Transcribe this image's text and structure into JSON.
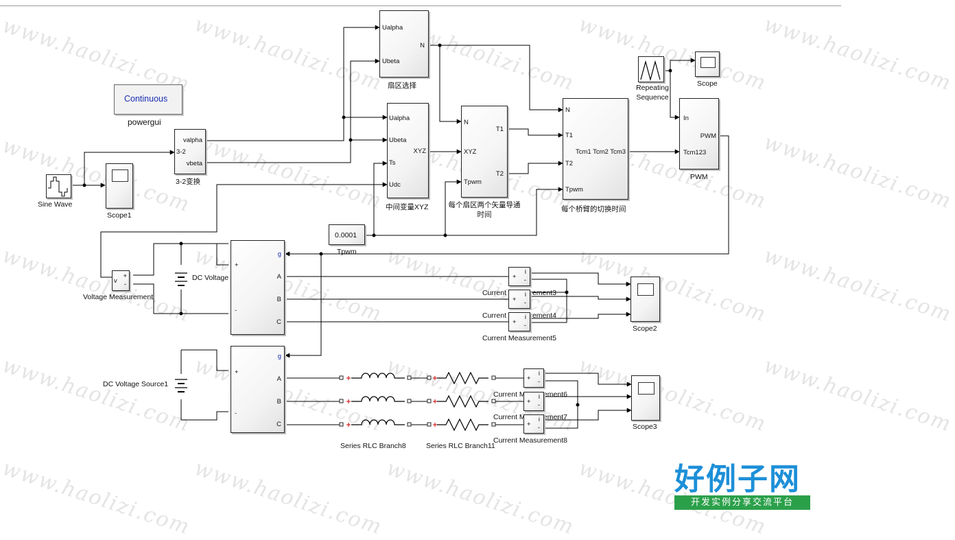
{
  "watermark": "www.haolizi.com",
  "powergui": {
    "mode": "Continuous",
    "label": "powergui"
  },
  "blocks": {
    "sine_wave": "Sine Wave",
    "scope1": "Scope1",
    "conv32": {
      "label": "3-2变换",
      "in_port": "3-2",
      "out1": "valpha",
      "out2": "vbeta"
    },
    "sector": {
      "label": "扇区选择",
      "in1": "Ualpha",
      "in2": "Ubeta",
      "out": "N"
    },
    "mid_xyz": {
      "label": "中间变量XYZ",
      "in1": "Ualpha",
      "in2": "Ubeta",
      "in3": "Ts",
      "in4": "Udc",
      "out": "XYZ"
    },
    "vector_time": {
      "label": "每个扇区两个矢量导通时间",
      "in1": "N",
      "in2": "XYZ",
      "in3": "Tpwm",
      "out1": "T1",
      "out2": "T2"
    },
    "switch_time": {
      "label": "每个桥臂的切换时间",
      "in1": "N",
      "in2": "T1",
      "in3": "T2",
      "in4": "Tpwm",
      "out": "Tcm1 Tcm2 Tcm3"
    },
    "repeating_seq": "Repeating Sequence",
    "scope": "Scope",
    "pwm": {
      "label": "PWM",
      "in1": "In",
      "in2": "Tcm123",
      "out": "PWM"
    },
    "tpwm_const": {
      "value": "0.0001",
      "label": "Tpwm"
    },
    "voltage_meas": {
      "label": "Voltage Measurement",
      "port_v": "v",
      "plus": "+",
      "minus": "-"
    },
    "dc_source": "DC Voltage Source",
    "dc_source1": "DC Voltage Source1",
    "inverter": {
      "g": "g",
      "a": "A",
      "b": "B",
      "c": "C",
      "plus": "+",
      "minus": "-"
    },
    "current_meas": {
      "cm3": "Current Measurement3",
      "cm4": "Current Measurement4",
      "cm5": "Current Measurement5",
      "cm6": "Current Measurement6",
      "cm7": "Current Measurement7",
      "cm8": "Current Measurement8",
      "i": "i",
      "plus": "+",
      "minus": "-"
    },
    "scope2": "Scope2",
    "scope3": "Scope3",
    "rlc8": "Series RLC Branch8",
    "rlc11": "Series RLC Branch11"
  },
  "logo": {
    "main": "好例子网",
    "sub": "开发实例分享交流平台"
  },
  "colors": {
    "accent": "#1a2fb0",
    "port_red": "#cc0000",
    "logo_blue": "#1d8fd8",
    "logo_green": "#2ba04a"
  }
}
